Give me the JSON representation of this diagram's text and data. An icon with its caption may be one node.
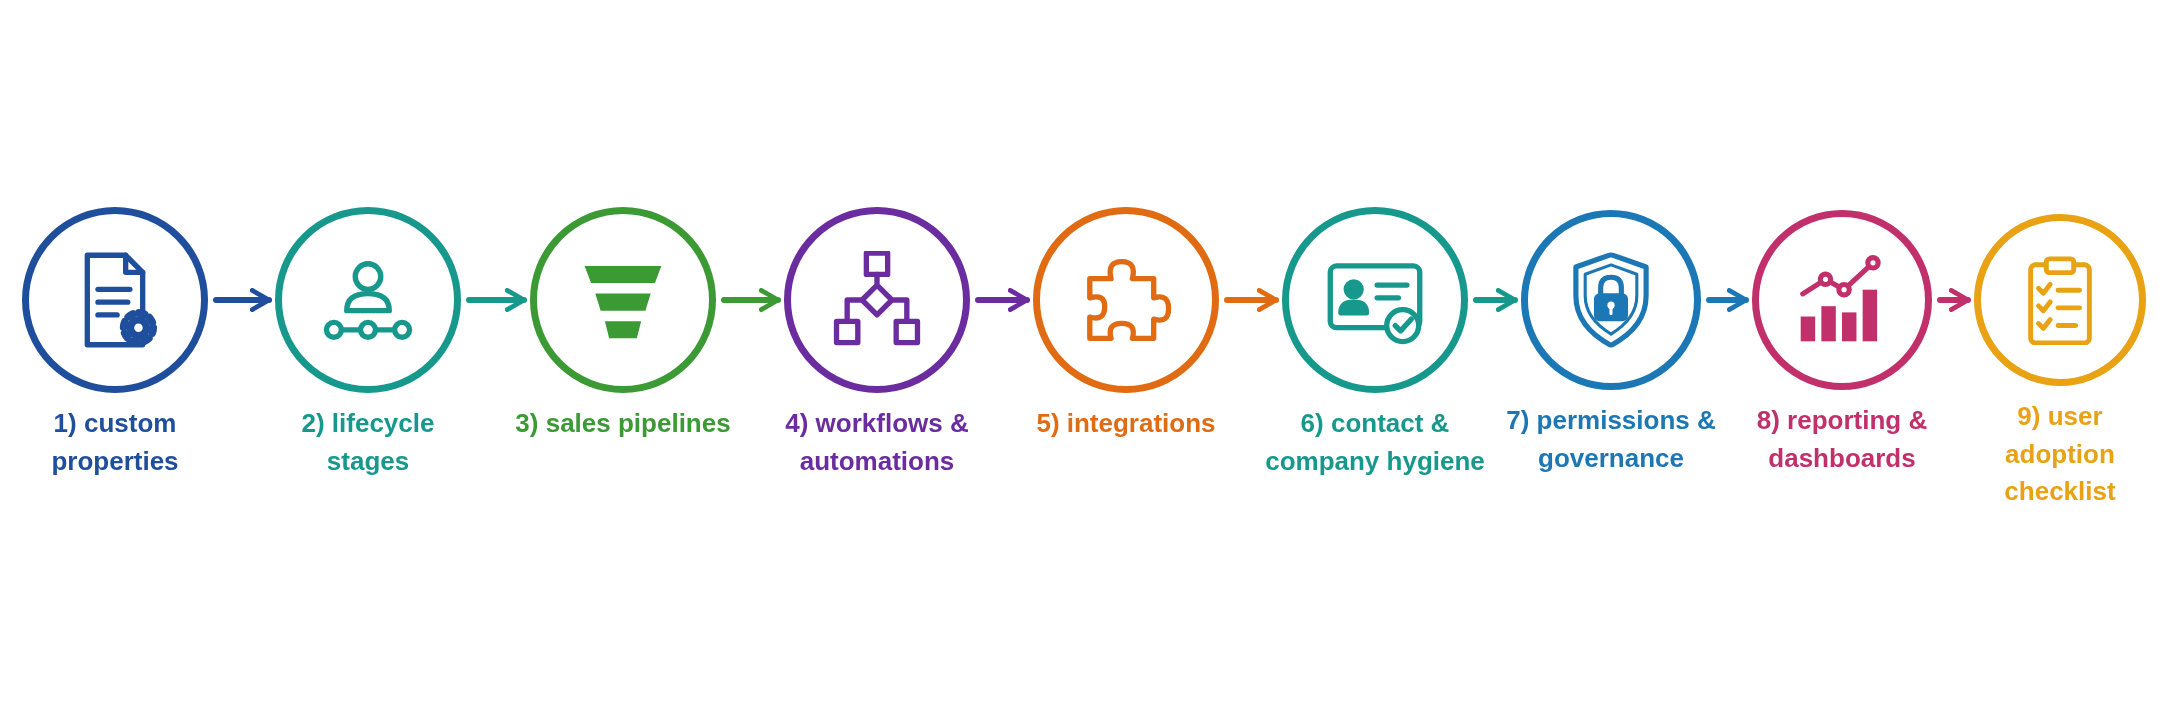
{
  "diagram": {
    "nodes": [
      {
        "text": [
          "1) custom properties"
        ]
      },
      {
        "text": [
          "2) lifecycle stages"
        ]
      },
      {
        "text": [
          "3) sales pipelines"
        ]
      },
      {
        "text": [
          "4) workflows & automations"
        ]
      },
      {
        "text": [
          "5) integrations"
        ]
      },
      {
        "text": [
          "6) contact & company hygiene"
        ]
      },
      {
        "text": [
          "7) permissions & governance"
        ]
      },
      {
        "text": [
          "8) reporting & dashboards"
        ]
      },
      {
        "text": [
          "9) user adoption checklist"
        ]
      }
    ],
    "edges": [
      {
        "from": 0,
        "to": 1,
        "arrow": "to",
        "color": "#1f4e9c"
      },
      {
        "from": 1,
        "to": 2,
        "arrow": "to",
        "color": "#16998c"
      },
      {
        "from": 2,
        "to": 3,
        "arrow": "to",
        "color": "#3c9a35"
      },
      {
        "from": 3,
        "to": 4,
        "arrow": "to",
        "color": "#6a2c9e"
      },
      {
        "from": 4,
        "to": 5,
        "arrow": "to",
        "color": "#e06b12"
      },
      {
        "from": 5,
        "to": 6,
        "arrow": "to",
        "color": "#16998c"
      },
      {
        "from": 6,
        "to": 7,
        "arrow": "to",
        "color": "#1c78b5"
      },
      {
        "from": 7,
        "to": 8,
        "arrow": "to",
        "color": "#c2306b"
      }
    ]
  }
}
